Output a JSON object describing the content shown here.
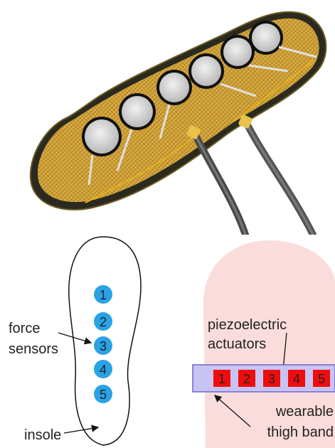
{
  "insole_diagram": {
    "sensor_numbers": [
      "1",
      "2",
      "3",
      "4",
      "5"
    ],
    "force_label_line1": "force",
    "force_label_line2": "sensors",
    "insole_label": "insole",
    "sensor_color": "#29a3e6"
  },
  "thigh_diagram": {
    "actuators_label_line1": "piezoelectric",
    "actuators_label_line2": "actuators",
    "actuator_numbers": [
      "1",
      "2",
      "3",
      "4",
      "5"
    ],
    "band_label_line1": "wearable",
    "band_label_line2": "thigh band",
    "thigh_color": "#fbdcdc",
    "band_color": "#c9c3f3",
    "actuator_color": "#ee0d0d"
  }
}
